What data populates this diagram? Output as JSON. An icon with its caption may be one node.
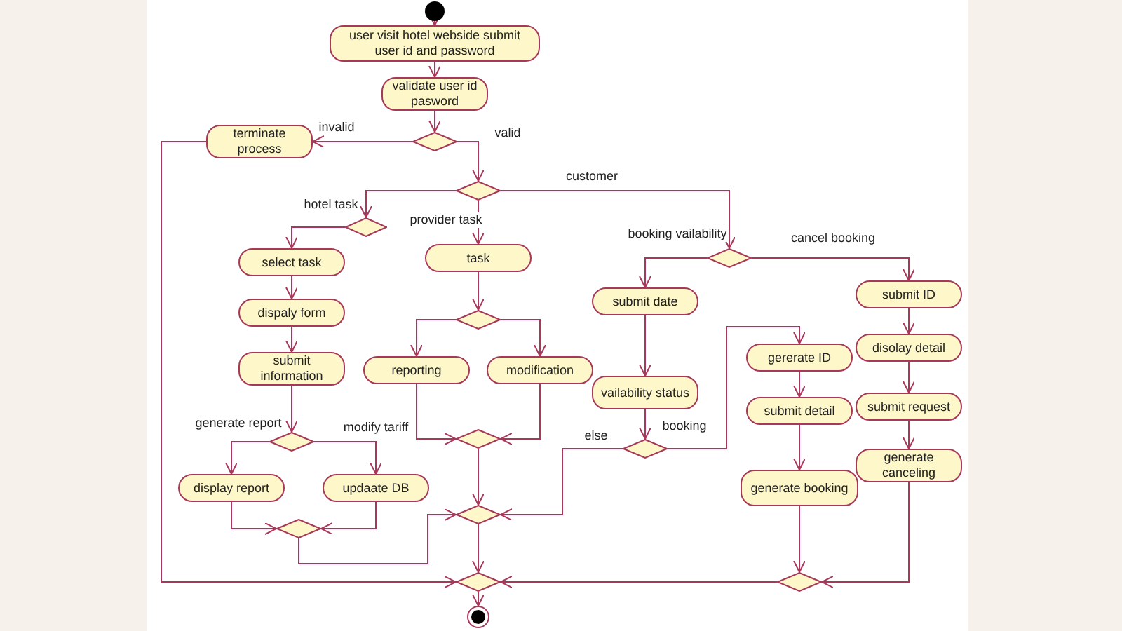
{
  "diagram": {
    "nodes": [
      {
        "text": [],
        "shape": "circle"
      },
      {
        "text": [
          "user visit hotel webside submit user id and password"
        ]
      },
      {
        "text": [
          "validate user id pasword"
        ]
      },
      {
        "text": [],
        "shape": "diamond"
      },
      {
        "text": [
          "terminate process"
        ]
      },
      {
        "text": [],
        "shape": "diamond"
      },
      {
        "text": [],
        "shape": "diamond"
      },
      {
        "text": [
          "select task"
        ]
      },
      {
        "text": [
          "dispaly form"
        ]
      },
      {
        "text": [
          "submit information"
        ]
      },
      {
        "text": [],
        "shape": "diamond"
      },
      {
        "text": [
          "display report"
        ]
      },
      {
        "text": [
          "updaate DB"
        ]
      },
      {
        "text": [],
        "shape": "diamond"
      },
      {
        "text": [
          "task"
        ]
      },
      {
        "text": [],
        "shape": "diamond"
      },
      {
        "text": [
          "reporting"
        ]
      },
      {
        "text": [
          "modification"
        ]
      },
      {
        "text": [],
        "shape": "diamond"
      },
      {
        "text": [],
        "shape": "diamond"
      },
      {
        "text": [],
        "shape": "diamond"
      },
      {
        "text": [
          "submit date"
        ]
      },
      {
        "text": [
          "vailability status"
        ]
      },
      {
        "text": [],
        "shape": "diamond"
      },
      {
        "text": [
          "gererate ID"
        ]
      },
      {
        "text": [
          "submit detail"
        ]
      },
      {
        "text": [
          "generate booking"
        ]
      },
      {
        "text": [
          "submit ID"
        ]
      },
      {
        "text": [
          "disolay detail"
        ]
      },
      {
        "text": [
          "submit request"
        ]
      },
      {
        "text": [
          "generate canceling"
        ]
      },
      {
        "text": [],
        "shape": "diamond"
      },
      {
        "text": [],
        "shape": "diamond"
      },
      {
        "text": [],
        "shape": "circle"
      }
    ],
    "edges": [
      {
        "from": 0,
        "to": 1,
        "arrow": "to"
      },
      {
        "from": 1,
        "to": 2,
        "arrow": "to"
      },
      {
        "from": 2,
        "to": 3,
        "arrow": "to"
      },
      {
        "from": 3,
        "to": 4,
        "arrow": "to",
        "label": "invalid"
      },
      {
        "from": 3,
        "to": 5,
        "arrow": "to",
        "label": "valid"
      },
      {
        "from": 4,
        "to": 32,
        "arrow": "to"
      },
      {
        "from": 5,
        "to": 6,
        "arrow": "to",
        "label": "hotel task"
      },
      {
        "from": 5,
        "to": 14,
        "arrow": "to",
        "label": "provider task"
      },
      {
        "from": 5,
        "to": 20,
        "arrow": "to",
        "label": "customer"
      },
      {
        "from": 6,
        "to": 7,
        "arrow": "to"
      },
      {
        "from": 7,
        "to": 8,
        "arrow": "to"
      },
      {
        "from": 8,
        "to": 9,
        "arrow": "to"
      },
      {
        "from": 9,
        "to": 10,
        "arrow": "to"
      },
      {
        "from": 10,
        "to": 11,
        "arrow": "to",
        "label": "generate report"
      },
      {
        "from": 10,
        "to": 12,
        "arrow": "to",
        "label": "modify tariff"
      },
      {
        "from": 11,
        "to": 13,
        "arrow": "to"
      },
      {
        "from": 12,
        "to": 13,
        "arrow": "to"
      },
      {
        "from": 13,
        "to": 19,
        "arrow": "to"
      },
      {
        "from": 14,
        "to": 15,
        "arrow": "to"
      },
      {
        "from": 15,
        "to": 16,
        "arrow": "to"
      },
      {
        "from": 15,
        "to": 17,
        "arrow": "to"
      },
      {
        "from": 16,
        "to": 18,
        "arrow": "to"
      },
      {
        "from": 17,
        "to": 18,
        "arrow": "to"
      },
      {
        "from": 18,
        "to": 19,
        "arrow": "to"
      },
      {
        "from": 19,
        "to": 32,
        "arrow": "to"
      },
      {
        "from": 20,
        "to": 21,
        "arrow": "to",
        "label": "booking vailability"
      },
      {
        "from": 20,
        "to": 27,
        "arrow": "to",
        "label": "cancel booking"
      },
      {
        "from": 21,
        "to": 22,
        "arrow": "to"
      },
      {
        "from": 22,
        "to": 23,
        "arrow": "to"
      },
      {
        "from": 23,
        "to": 19,
        "arrow": "to",
        "label": "else"
      },
      {
        "from": 23,
        "to": 24,
        "arrow": "to",
        "label": "booking"
      },
      {
        "from": 24,
        "to": 25,
        "arrow": "to"
      },
      {
        "from": 25,
        "to": 26,
        "arrow": "to"
      },
      {
        "from": 26,
        "to": 31,
        "arrow": "to"
      },
      {
        "from": 27,
        "to": 28,
        "arrow": "to"
      },
      {
        "from": 28,
        "to": 29,
        "arrow": "to"
      },
      {
        "from": 29,
        "to": 30,
        "arrow": "to"
      },
      {
        "from": 30,
        "to": 31,
        "arrow": "to"
      },
      {
        "from": 31,
        "to": 32,
        "arrow": "to"
      },
      {
        "from": 32,
        "to": 33,
        "arrow": "to"
      }
    ]
  }
}
